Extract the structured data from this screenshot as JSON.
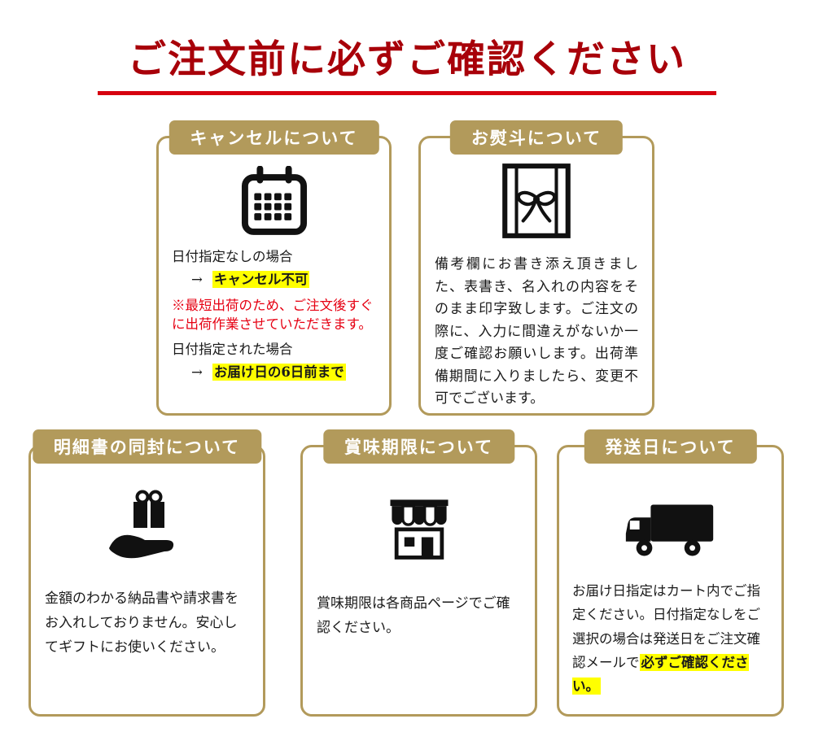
{
  "page": {
    "title": "ご注文前に必ずご確認ください"
  },
  "colors": {
    "title_red": "#a80009",
    "underline_red": "#d6000f",
    "gold": "#b29a5b",
    "highlight_yellow": "#ffff00",
    "warning_red": "#e60012",
    "icon_black": "#111111"
  },
  "cards": {
    "cancel": {
      "badge": "キャンセルについて",
      "icon": "calendar-icon",
      "line_no_date": "日付指定なしの場合",
      "arrow_1": "→",
      "result_no_date": "キャンセル不可",
      "warning": "※最短出荷のため、ご注文後すぐに出荷作業させていただきます。",
      "line_dated": "日付指定された場合",
      "arrow_2": "→",
      "result_dated": "お届け日の6日前まで"
    },
    "noshi": {
      "badge": "お熨斗について",
      "icon": "noshi-gift-icon",
      "body": "備考欄にお書き添え頂きました、表書き、名入れの内容をそのまま印字致します。ご注文の際に、入力に間違えがないか一度ご確認お願いします。出荷準備期間に入りましたら、変更不可でございます。"
    },
    "statement": {
      "badge": "明細書の同封について",
      "icon": "hand-gift-icon",
      "body": "金額のわかる納品書や請求書をお入れしておりません。安心してギフトにお使いください。"
    },
    "expiry": {
      "badge": "賞味期限について",
      "icon": "storefront-icon",
      "body": "賞味期限は各商品ページでご確認ください。"
    },
    "shipping": {
      "badge": "発送日について",
      "icon": "truck-icon",
      "body_start": "お届け日指定はカート内でご指定ください。日付指定なしをご選択の場合は発送日をご注文確認メールで",
      "body_highlight": "必ずご確認ください。"
    }
  }
}
